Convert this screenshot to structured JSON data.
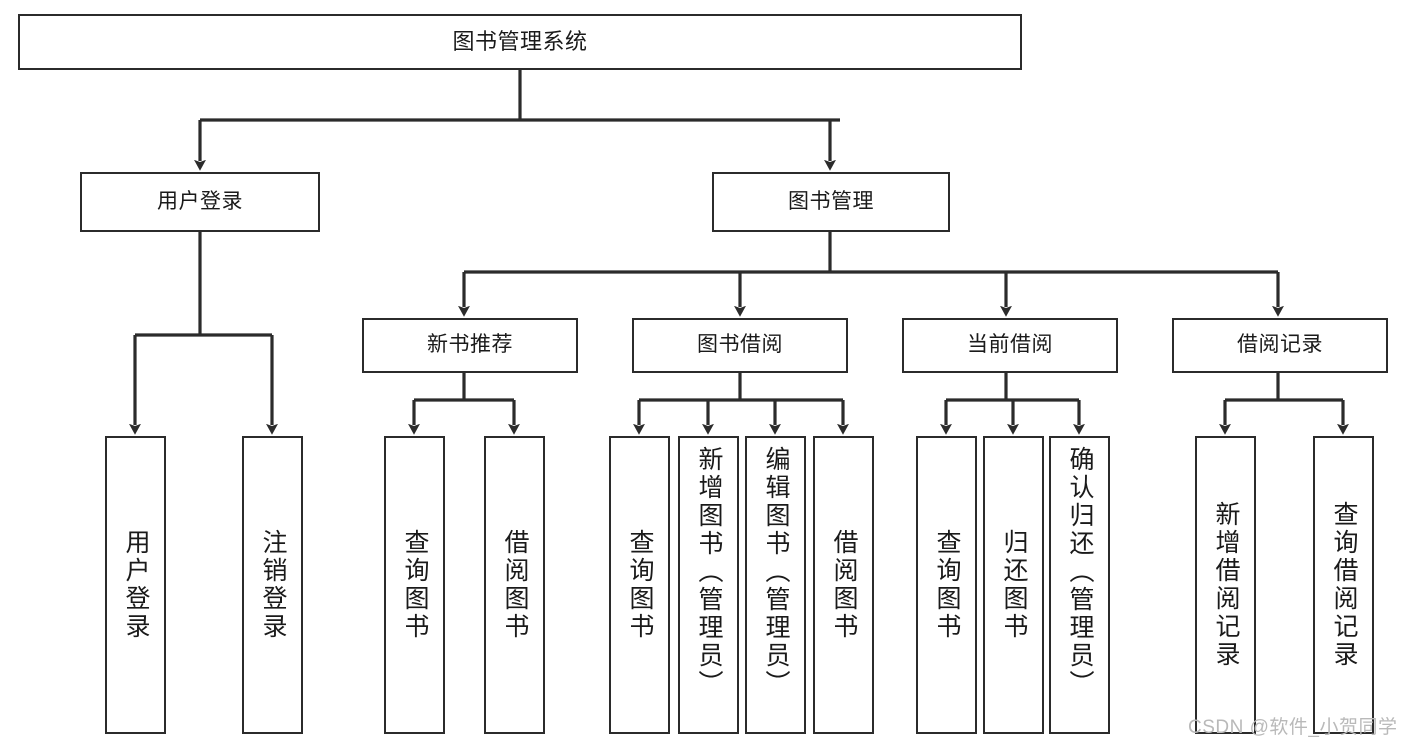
{
  "diagram": {
    "type": "tree-hierarchy",
    "title": "图书管理系统",
    "orientation": "top-down",
    "colors": {
      "box_border": "#2b2b2b",
      "box_fill": "#ffffff",
      "connector": "#2b2b2b",
      "text": "#1a1a1a",
      "watermark": "#b9b9b9"
    },
    "levels": {
      "level1": [
        "图书管理系统"
      ],
      "level2": [
        "用户登录",
        "图书管理"
      ],
      "level3": [
        "新书推荐",
        "图书借阅",
        "当前借阅",
        "借阅记录"
      ],
      "level4": [
        "用户登录",
        "注销登录",
        "查询图书",
        "借阅图书",
        "查询图书",
        "新增图书（管理员）",
        "编辑图书（管理员）",
        "借阅图书",
        "查询图书",
        "归还图书",
        "确认归还（管理员）",
        "新增借阅记录",
        "查询借阅记录"
      ]
    },
    "nodes": {
      "root": {
        "label": "图书管理系统"
      },
      "user_login": {
        "label": "用户登录"
      },
      "book_mgmt": {
        "label": "图书管理"
      },
      "new_book_rec": {
        "label": "新书推荐"
      },
      "book_borrow": {
        "label": "图书借阅"
      },
      "current_borrow": {
        "label": "当前借阅"
      },
      "borrow_record": {
        "label": "借阅记录"
      },
      "leaf_user_login": {
        "label": "用户登录"
      },
      "leaf_logout": {
        "label": "注销登录"
      },
      "leaf_query_book_a": {
        "label": "查询图书"
      },
      "leaf_borrow_book_a": {
        "label": "借阅图书"
      },
      "leaf_query_book_b": {
        "label": "查询图书"
      },
      "leaf_add_book_admin": {
        "label": "新增图书（管理员）"
      },
      "leaf_edit_book_admin": {
        "label": "编辑图书（管理员）"
      },
      "leaf_borrow_book_b": {
        "label": "借阅图书"
      },
      "leaf_query_book_c": {
        "label": "查询图书"
      },
      "leaf_return_book": {
        "label": "归还图书"
      },
      "leaf_confirm_return_admin": {
        "label": "确认归还（管理员）"
      },
      "leaf_add_borrow_record": {
        "label": "新增借阅记录"
      },
      "leaf_query_borrow_record": {
        "label": "查询借阅记录"
      }
    },
    "edges": [
      {
        "from": "图书管理系统",
        "to": "用户登录"
      },
      {
        "from": "图书管理系统",
        "to": "图书管理"
      },
      {
        "from": "用户登录",
        "to": "用户登录"
      },
      {
        "from": "用户登录",
        "to": "注销登录"
      },
      {
        "from": "图书管理",
        "to": "新书推荐"
      },
      {
        "from": "图书管理",
        "to": "图书借阅"
      },
      {
        "from": "图书管理",
        "to": "当前借阅"
      },
      {
        "from": "图书管理",
        "to": "借阅记录"
      },
      {
        "from": "新书推荐",
        "to": "查询图书"
      },
      {
        "from": "新书推荐",
        "to": "借阅图书"
      },
      {
        "from": "图书借阅",
        "to": "查询图书"
      },
      {
        "from": "图书借阅",
        "to": "新增图书（管理员）"
      },
      {
        "from": "图书借阅",
        "to": "编辑图书（管理员）"
      },
      {
        "from": "图书借阅",
        "to": "借阅图书"
      },
      {
        "from": "当前借阅",
        "to": "查询图书"
      },
      {
        "from": "当前借阅",
        "to": "归还图书"
      },
      {
        "from": "当前借阅",
        "to": "确认归还（管理员）"
      },
      {
        "from": "借阅记录",
        "to": "新增借阅记录"
      },
      {
        "from": "借阅记录",
        "to": "查询借阅记录"
      }
    ]
  },
  "watermark": {
    "text": "CSDN @软件_小贺同学"
  }
}
